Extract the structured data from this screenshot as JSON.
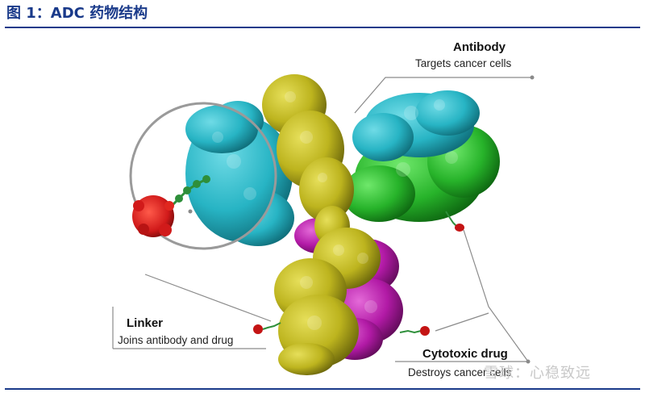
{
  "figure": {
    "title": "图 1：ADC 药物结构"
  },
  "labels": {
    "antibody": {
      "title": "Antibody",
      "desc": "Targets cancer cells"
    },
    "linker": {
      "title": "Linker",
      "desc": "Joins antibody and drug"
    },
    "drug": {
      "title": "Cytotoxic drug",
      "desc": "Destroys cancer cells"
    }
  },
  "watermark": "雪球：心稳致远",
  "colors": {
    "header": "#1a3a8a",
    "heavy_chain": "#bdb41e",
    "light_chain_left": "#27b4c4",
    "light_chain_right_cyan": "#2cb3c9",
    "light_chain_right_green": "#27b32a",
    "fc_magenta": "#b21aa6",
    "linker_green": "#2e8f3a",
    "drug_red": "#d11a1a",
    "callout_line": "#8a8a8a"
  }
}
